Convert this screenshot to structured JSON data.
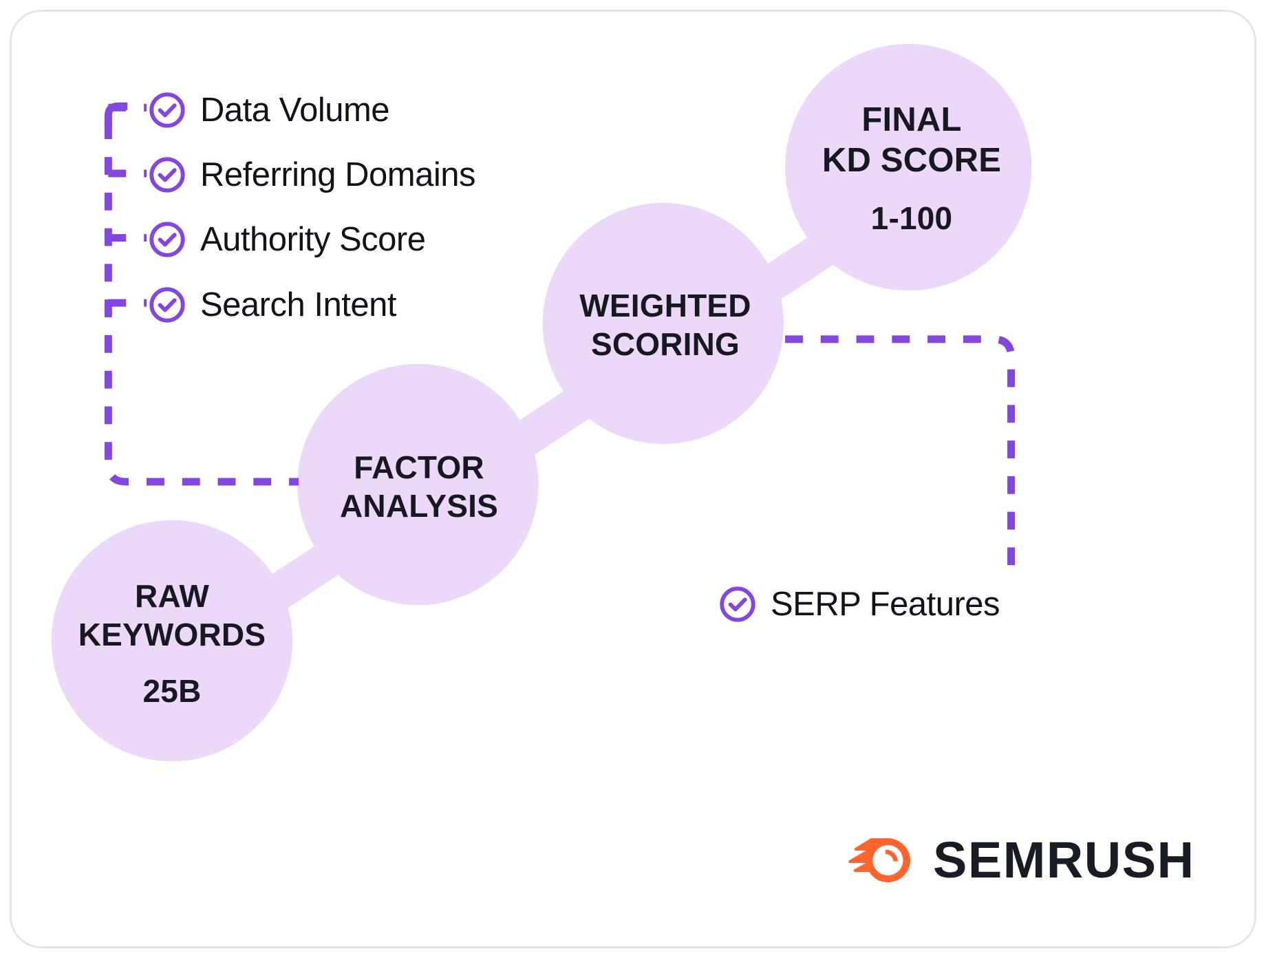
{
  "theme": {
    "accent_purple": "#8347e0",
    "circle_fill": "#ecd9f9",
    "text_dark": "#16191f",
    "card_border": "#e3e4ec",
    "brand_orange": "#ff642d",
    "brand_navy": "#191c24",
    "background": "#ffffff"
  },
  "checklist": {
    "left_items": [
      {
        "label": "Data Volume",
        "icon": "check-circle-icon"
      },
      {
        "label": "Referring Domains",
        "icon": "check-circle-icon"
      },
      {
        "label": "Authority Score",
        "icon": "check-circle-icon"
      },
      {
        "label": "Search Intent",
        "icon": "check-circle-icon"
      }
    ],
    "right_items": [
      {
        "label": "SERP Features",
        "icon": "check-circle-icon"
      }
    ]
  },
  "flow": {
    "nodes": [
      {
        "id": "raw-keywords",
        "title_line1": "RAW",
        "title_line2": "KEYWORDS",
        "value": "25B"
      },
      {
        "id": "factor-analysis",
        "title_line1": "FACTOR",
        "title_line2": "ANALYSIS",
        "value": ""
      },
      {
        "id": "weighted-scoring",
        "title_line1": "WEIGHTED",
        "title_line2": "SCORING",
        "value": ""
      },
      {
        "id": "final-kd-score",
        "title_line1": "FINAL",
        "title_line2": "KD SCORE",
        "value": "1-100"
      }
    ]
  },
  "brand": {
    "name": "SEMRUSH",
    "logo_icon": "semrush-comet-icon"
  }
}
